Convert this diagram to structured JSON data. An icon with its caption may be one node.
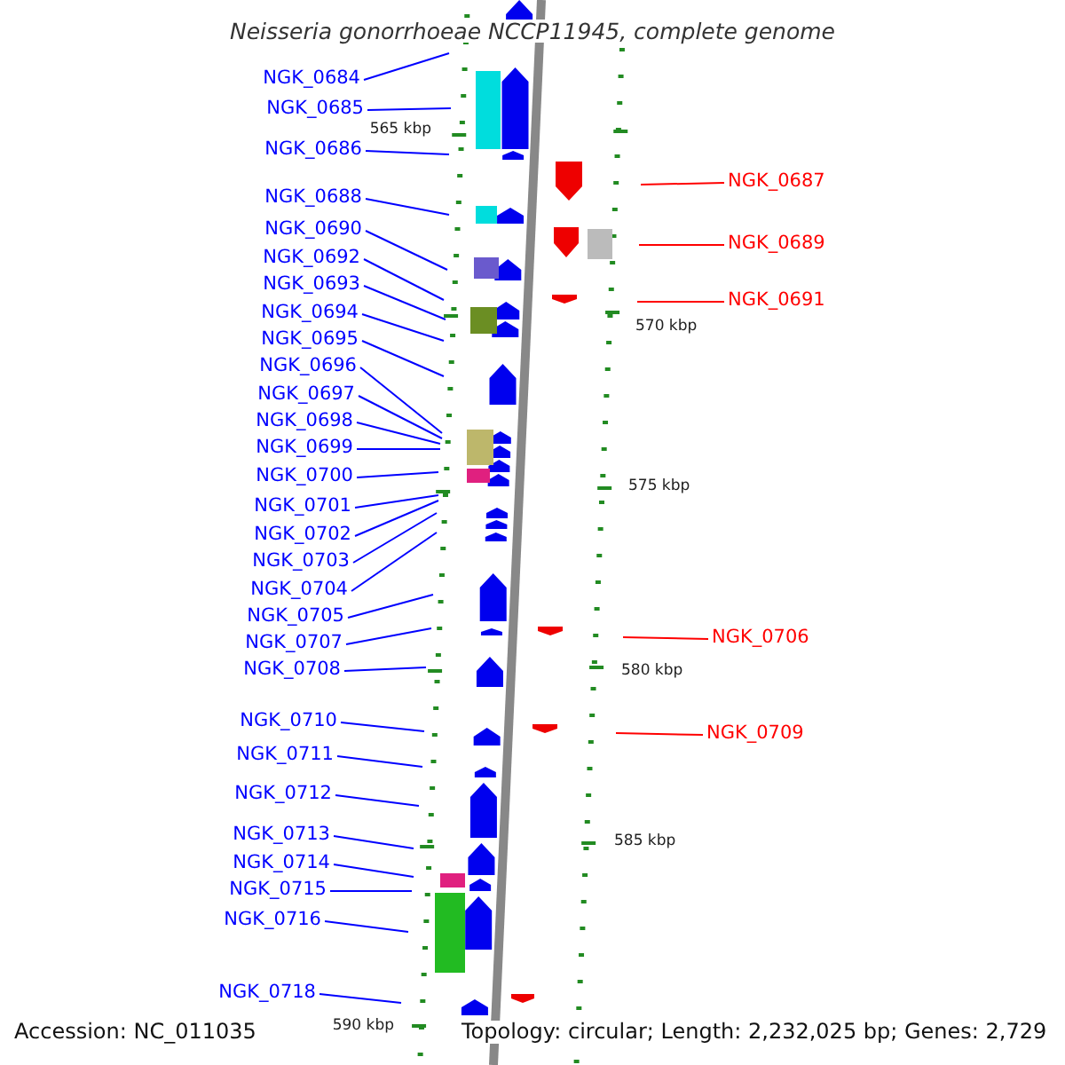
{
  "diagram": {
    "title": "Neisseria gonorrhoeae NCCP11945, complete genome",
    "nodes": [
      {
        "text": [
          "NGK_0684"
        ]
      },
      {
        "text": [
          "NGK_0685"
        ]
      },
      {
        "text": [
          "NGK_0686"
        ]
      },
      {
        "text": [
          "NGK_0687"
        ]
      },
      {
        "text": [
          "NGK_0688"
        ]
      },
      {
        "text": [
          "NGK_0690"
        ]
      },
      {
        "text": [
          "NGK_0689"
        ]
      },
      {
        "text": [
          "NGK_0692"
        ]
      },
      {
        "text": [
          "NGK_0693"
        ]
      },
      {
        "text": [
          "NGK_0691"
        ]
      },
      {
        "text": [
          "NGK_0694"
        ]
      },
      {
        "text": [
          "NGK_0695"
        ]
      },
      {
        "text": [
          "NGK_0696"
        ]
      },
      {
        "text": [
          "NGK_0697"
        ]
      },
      {
        "text": [
          "NGK_0698"
        ]
      },
      {
        "text": [
          "NGK_0699"
        ]
      },
      {
        "text": [
          "NGK_0700"
        ]
      },
      {
        "text": [
          "NGK_0701"
        ]
      },
      {
        "text": [
          "NGK_0702"
        ]
      },
      {
        "text": [
          "NGK_0703"
        ]
      },
      {
        "text": [
          "NGK_0704"
        ]
      },
      {
        "text": [
          "NGK_0705"
        ]
      },
      {
        "text": [
          "NGK_0706"
        ]
      },
      {
        "text": [
          "NGK_0707"
        ]
      },
      {
        "text": [
          "NGK_0708"
        ]
      },
      {
        "text": [
          "NGK_0710"
        ]
      },
      {
        "text": [
          "NGK_0709"
        ]
      },
      {
        "text": [
          "NGK_0711"
        ]
      },
      {
        "text": [
          "NGK_0712"
        ]
      },
      {
        "text": [
          "NGK_0713"
        ]
      },
      {
        "text": [
          "NGK_0714"
        ]
      },
      {
        "text": [
          "NGK_0715"
        ]
      },
      {
        "text": [
          "NGK_0716"
        ]
      },
      {
        "text": [
          "NGK_0718"
        ]
      }
    ],
    "edges": [
      {
        "from": 0,
        "to": null,
        "arrow": "none"
      },
      {
        "from": 1,
        "to": null,
        "arrow": "none"
      },
      {
        "from": 2,
        "to": null,
        "arrow": "none"
      },
      {
        "from": 3,
        "to": null,
        "arrow": "none",
        "color": "#ff0000"
      },
      {
        "from": 4,
        "to": null,
        "arrow": "none"
      },
      {
        "from": 5,
        "to": null,
        "arrow": "none"
      },
      {
        "from": 6,
        "to": null,
        "arrow": "none",
        "color": "#ff0000"
      },
      {
        "from": 7,
        "to": null,
        "arrow": "none"
      },
      {
        "from": 8,
        "to": null,
        "arrow": "none"
      },
      {
        "from": 9,
        "to": null,
        "arrow": "none",
        "color": "#ff0000"
      },
      {
        "from": 10,
        "to": null,
        "arrow": "none"
      },
      {
        "from": 11,
        "to": null,
        "arrow": "none"
      },
      {
        "from": 12,
        "to": null,
        "arrow": "none"
      },
      {
        "from": 13,
        "to": null,
        "arrow": "none"
      },
      {
        "from": 14,
        "to": null,
        "arrow": "none"
      },
      {
        "from": 15,
        "to": null,
        "arrow": "none"
      },
      {
        "from": 16,
        "to": null,
        "arrow": "none"
      },
      {
        "from": 17,
        "to": null,
        "arrow": "none"
      },
      {
        "from": 18,
        "to": null,
        "arrow": "none"
      },
      {
        "from": 19,
        "to": null,
        "arrow": "none"
      },
      {
        "from": 20,
        "to": null,
        "arrow": "none"
      },
      {
        "from": 21,
        "to": null,
        "arrow": "none"
      },
      {
        "from": 22,
        "to": null,
        "arrow": "none",
        "color": "#ff0000"
      },
      {
        "from": 23,
        "to": null,
        "arrow": "none"
      },
      {
        "from": 24,
        "to": null,
        "arrow": "none"
      },
      {
        "from": 25,
        "to": null,
        "arrow": "none"
      },
      {
        "from": 26,
        "to": null,
        "arrow": "none",
        "color": "#ff0000"
      },
      {
        "from": 27,
        "to": null,
        "arrow": "none"
      },
      {
        "from": 28,
        "to": null,
        "arrow": "none"
      },
      {
        "from": 29,
        "to": null,
        "arrow": "none"
      },
      {
        "from": 30,
        "to": null,
        "arrow": "none"
      },
      {
        "from": 31,
        "to": null,
        "arrow": "none"
      },
      {
        "from": 32,
        "to": null,
        "arrow": "none"
      },
      {
        "from": 33,
        "to": null,
        "arrow": "none"
      }
    ],
    "labels": [
      "565 kbp",
      "570 kbp",
      "575 kbp",
      "580 kbp",
      "585 kbp",
      "590 kbp",
      "Accession: NC_011035",
      "Topology: circular; Length: 2,232,025 bp; Genes: 2,729"
    ]
  }
}
